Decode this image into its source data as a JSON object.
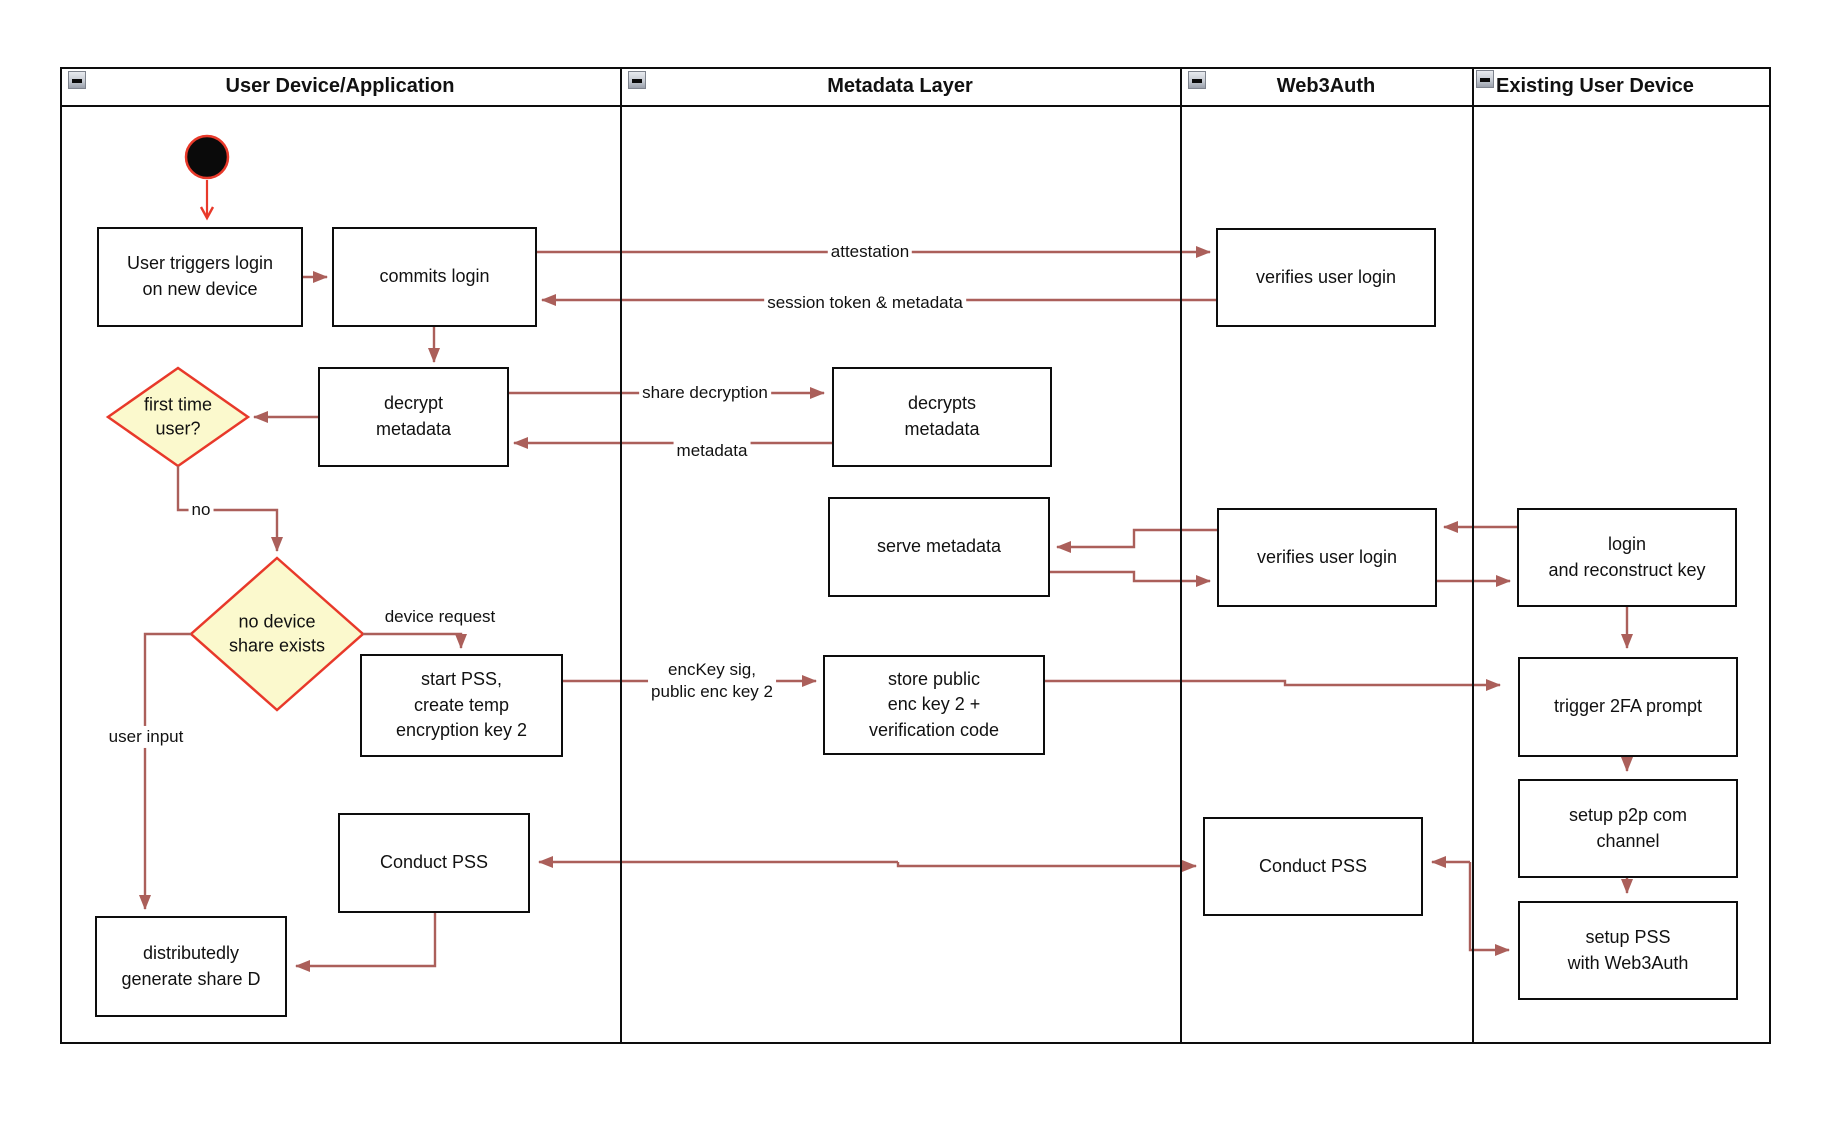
{
  "diagram_title": "Web3Auth new-device login activity diagram",
  "colors": {
    "connector": "#ab5f5a",
    "highlight_red": "#e8392a",
    "decision_fill": "#fbf9cd",
    "node_border": "#0d0d0d",
    "background": "#ffffff"
  },
  "lanes": [
    {
      "title": "User Device/Application",
      "icon": "minimize-icon"
    },
    {
      "title": "Metadata Layer",
      "icon": "minimize-icon"
    },
    {
      "title": "Web3Auth",
      "icon": "minimize-icon"
    },
    {
      "title": "Existing User Device",
      "icon": "minimize-icon"
    }
  ],
  "start_node": {
    "type": "initial-node"
  },
  "boxes": [
    {
      "id": "user-triggers-login",
      "lane": "User Device/Application",
      "label": "User triggers login\non new device"
    },
    {
      "id": "commits-login",
      "lane": "User Device/Application",
      "label": "commits login"
    },
    {
      "id": "verifies-user-login-top",
      "lane": "Web3Auth",
      "label": "verifies user login"
    },
    {
      "id": "decrypt-metadata",
      "lane": "User Device/Application",
      "label": "decrypt\nmetadata"
    },
    {
      "id": "decrypts-metadata",
      "lane": "Metadata Layer",
      "label": "decrypts\nmetadata"
    },
    {
      "id": "serve-metadata",
      "lane": "Metadata Layer",
      "label": "serve metadata"
    },
    {
      "id": "verifies-user-login-mid",
      "lane": "Web3Auth",
      "label": "verifies user login"
    },
    {
      "id": "login-reconstruct-key",
      "lane": "Existing User Device",
      "label": "login\nand reconstruct key"
    },
    {
      "id": "start-pss",
      "lane": "User Device/Application",
      "label": "start PSS,\ncreate temp\nencryption key 2"
    },
    {
      "id": "store-public-enc-key",
      "lane": "Metadata Layer",
      "label": "store public\nenc key 2 +\nverification code"
    },
    {
      "id": "trigger-2fa",
      "lane": "Existing User Device",
      "label": "trigger 2FA prompt"
    },
    {
      "id": "setup-p2p",
      "lane": "Existing User Device",
      "label": "setup p2p com\nchannel"
    },
    {
      "id": "setup-pss",
      "lane": "Existing User Device",
      "label": "setup PSS\nwith Web3Auth"
    },
    {
      "id": "conduct-pss-web3auth",
      "lane": "Web3Auth",
      "label": "Conduct PSS"
    },
    {
      "id": "conduct-pss-user",
      "lane": "User Device/Application",
      "label": "Conduct PSS"
    },
    {
      "id": "distributedly-generate-share",
      "lane": "User Device/Application",
      "label": "distributedly\ngenerate share D"
    }
  ],
  "decisions": [
    {
      "id": "first-time-user",
      "label": "first time\nuser?"
    },
    {
      "id": "no-device-share-exists",
      "label": "no device\nshare exists"
    }
  ],
  "edge_labels": {
    "attestation": "attestation",
    "session_token": "session token & metadata",
    "share_decryption": "share decryption",
    "metadata": "metadata",
    "no": "no",
    "device_request": "device request",
    "enc_key": "encKey sig,\npublic enc key 2",
    "user_input": "user input"
  }
}
